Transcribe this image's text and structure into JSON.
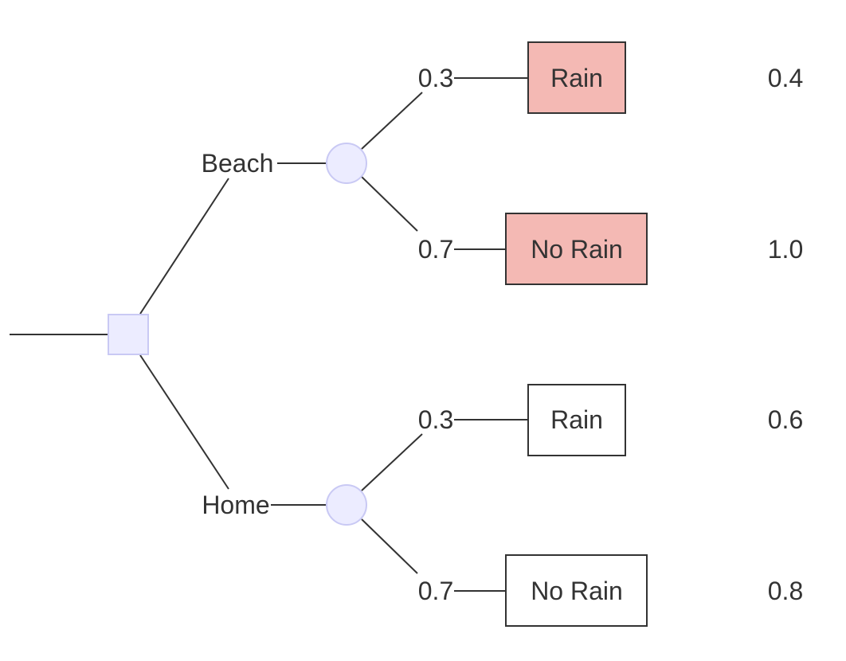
{
  "diagram": {
    "type": "decision-tree",
    "colors": {
      "node_fill": "#ececff",
      "node_stroke": "#c9c9f4",
      "highlight_fill": "#f4b9b4",
      "plain_fill": "#ffffff",
      "line": "#333333"
    },
    "options": [
      {
        "label": "Beach",
        "outcomes": [
          {
            "probability": "0.3",
            "label": "Rain",
            "value": "0.4",
            "highlighted": true
          },
          {
            "probability": "0.7",
            "label": "No Rain",
            "value": "1.0",
            "highlighted": true
          }
        ]
      },
      {
        "label": "Home",
        "outcomes": [
          {
            "probability": "0.3",
            "label": "Rain",
            "value": "0.6",
            "highlighted": false
          },
          {
            "probability": "0.7",
            "label": "No Rain",
            "value": "0.8",
            "highlighted": false
          }
        ]
      }
    ]
  }
}
